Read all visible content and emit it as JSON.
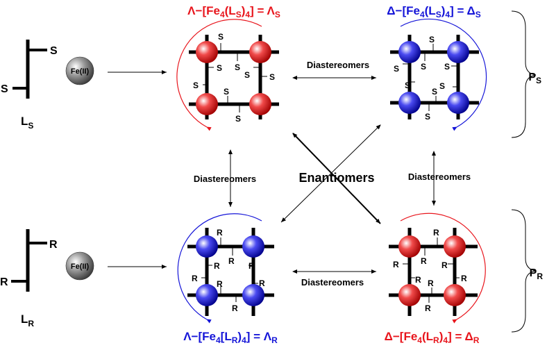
{
  "colors": {
    "red": "#e8151c",
    "blue": "#1515d8",
    "black": "#000000"
  },
  "ligands": {
    "ls_label": "L",
    "ls_sub": "S",
    "lr_label": "L",
    "lr_sub": "R",
    "s_atom": "S",
    "r_atom": "R"
  },
  "metal": {
    "label": "Fe(II)"
  },
  "complexes": {
    "lambda_s": {
      "prefix": "Λ−[Fe",
      "sub1": "4",
      "mid": "(L",
      "sub2": "S",
      "mid2": ")",
      "sub3": "4",
      "suffix": "] = Λ",
      "sub4": "S"
    },
    "delta_s": {
      "prefix": "Δ−[Fe",
      "sub1": "4",
      "mid": "(L",
      "sub2": "S",
      "mid2": ")",
      "sub3": "4",
      "suffix": "] = Δ",
      "sub4": "S"
    },
    "lambda_r": {
      "prefix": "Λ−[Fe",
      "sub1": "4",
      "mid": "[L",
      "sub2": "R",
      "mid2": ")",
      "sub3": "4",
      "suffix": "] = Λ",
      "sub4": "R"
    },
    "delta_r": {
      "prefix": "Δ−[Fe",
      "sub1": "4",
      "mid": "(L",
      "sub2": "R",
      "mid2": ")",
      "sub3": "4",
      "suffix": "] = Δ",
      "sub4": "R"
    }
  },
  "relations": {
    "diastereomers": "Diastereomers",
    "enantiomers": "Enantiomers"
  },
  "groups": {
    "ps_label": "P",
    "ps_sub": "S",
    "pr_label": "P",
    "pr_sub": "R"
  }
}
